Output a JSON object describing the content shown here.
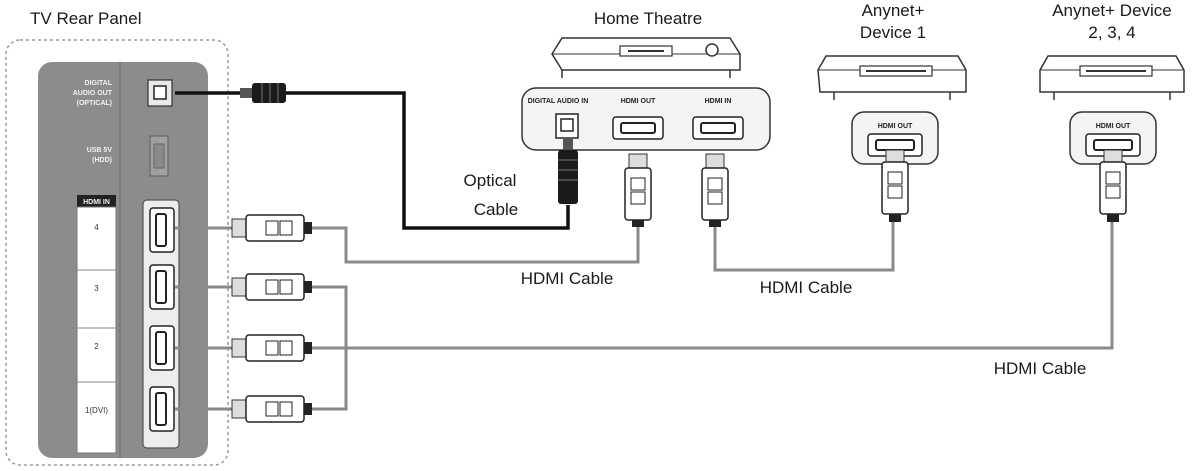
{
  "labels": {
    "tv_rear_panel": "TV Rear Panel",
    "home_theatre": "Home Theatre",
    "anynet_device_1_line1": "Anynet+",
    "anynet_device_1_line2": "Device 1",
    "anynet_device_234_line1": "Anynet+ Device",
    "anynet_device_234_line2": "2, 3, 4",
    "optical_cable_line1": "Optical",
    "optical_cable_line2": "Cable",
    "hdmi_cable_1": "HDMI Cable",
    "hdmi_cable_2": "HDMI Cable",
    "hdmi_cable_3": "HDMI Cable"
  },
  "tv_panel": {
    "digital_audio_out_line1": "DIGITAL",
    "digital_audio_out_line2": "AUDIO OUT",
    "digital_audio_out_line3": "(OPTICAL)",
    "usb_line1": "USB 5V",
    "usb_line2": "(HDD)",
    "hdmi_in_header": "HDMI IN",
    "hdmi_ports": [
      "4",
      "3",
      "2",
      "1(DVI)"
    ]
  },
  "home_theatre_ports": {
    "digital_audio_in": "DIGITAL AUDIO IN",
    "hdmi_out": "HDMI OUT",
    "hdmi_in": "HDMI IN"
  },
  "device_ports": {
    "device1_hdmi_out": "HDMI OUT",
    "device234_hdmi_out": "HDMI OUT"
  }
}
